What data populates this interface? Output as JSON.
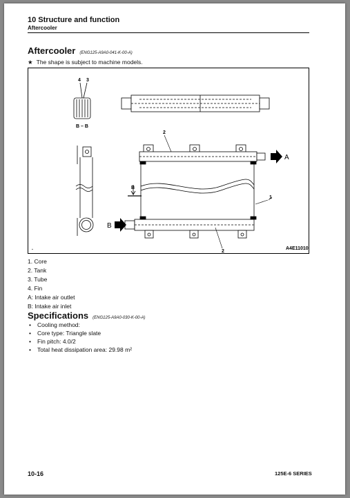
{
  "header": {
    "section_title": "10 Structure and function",
    "subsection": "Aftercooler"
  },
  "main": {
    "title": "Aftercooler",
    "title_code": "(ENG125-A9A0-041-K-00-A)",
    "note_star": "★",
    "note": "The shape is subject to machine models."
  },
  "figure": {
    "section_label": "B – B",
    "callout_tank_top": "2",
    "callout_tank_bottom": "2",
    "callout_core": "1",
    "callout_tube": "3",
    "callout_fin": "4",
    "arrow_a": "A",
    "arrow_b": "B",
    "section_marker": "B",
    "figure_id": "A4E11010"
  },
  "legend": [
    "1. Core",
    "2. Tank",
    "3. Tube",
    "4. Fin",
    "A: Intake air outlet",
    "B: Intake air inlet"
  ],
  "specifications": {
    "title": "Specifications",
    "code": "(ENG125-A9A0-030-K-00-A)",
    "items": [
      "Cooling method:",
      "Core type: Triangle slate",
      "Fin pitch: 4.0/2",
      "Total heat dissipation area: 29.98 m²"
    ]
  },
  "footer": {
    "page_number": "10-16",
    "series": "125E-6 SERIES"
  }
}
